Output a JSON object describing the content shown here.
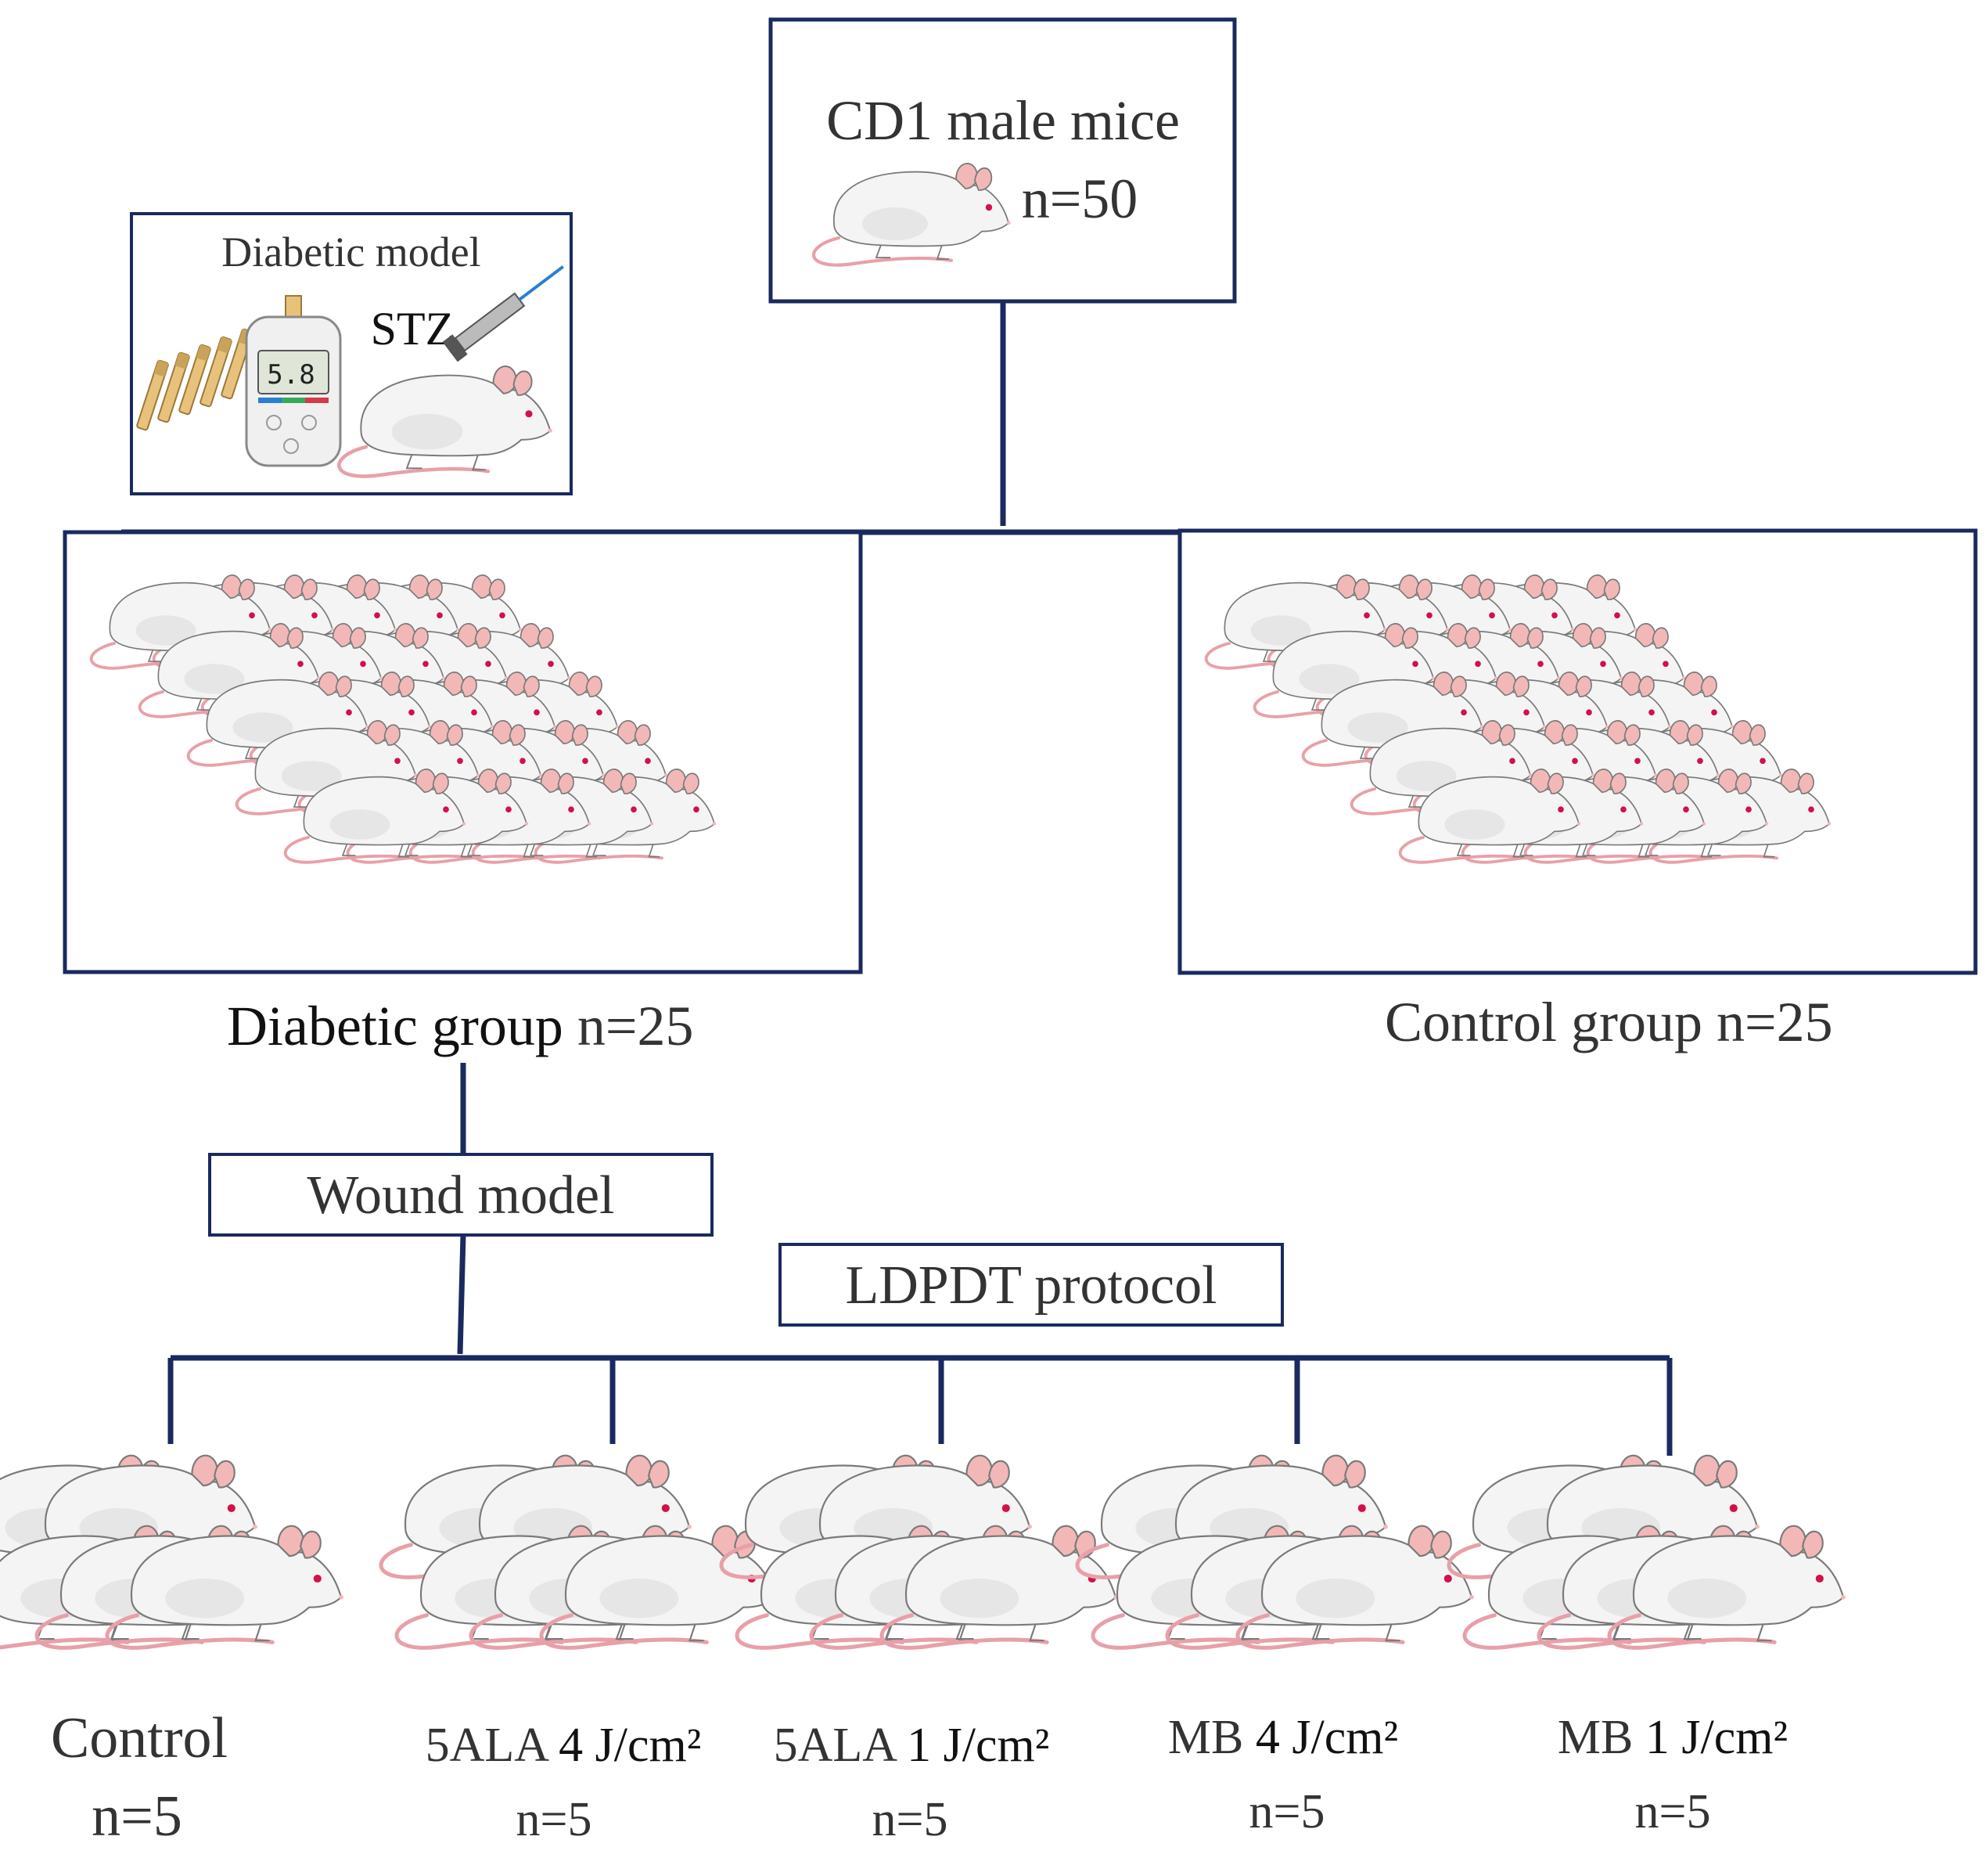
{
  "top": {
    "title": "CD1  male mice",
    "count": "n=50"
  },
  "diabetic_model": {
    "title": "Diabetic model",
    "drug": "STZ",
    "meter_reading": "5.8"
  },
  "groups": {
    "diabetic": {
      "name": "Diabetic group",
      "count": "n=25"
    },
    "control": {
      "name": "Control group",
      "count": "n=25"
    }
  },
  "wound_model": "Wound model",
  "protocol": "LDPDT protocol",
  "subgroups": [
    {
      "agent": "Control",
      "dose": "",
      "count": "n=5"
    },
    {
      "agent": "5ALA",
      "dose": "4 J/cm²",
      "count": "n=5"
    },
    {
      "agent": "5ALA",
      "dose": "1 J/cm²",
      "count": "n=5"
    },
    {
      "agent": "MB",
      "dose": "4 J/cm²",
      "count": "n=5"
    },
    {
      "agent": "MB",
      "dose": "1 J/cm²",
      "count": "n=5"
    }
  ],
  "colors": {
    "frame": "#1a2a5e",
    "text": "#333333",
    "mouse_body": "#f4f4f4",
    "mouse_outline": "#7a7a7a",
    "ear": "#f2b8b8",
    "eye": "#d4104a",
    "tail": "#e8a0a8"
  }
}
